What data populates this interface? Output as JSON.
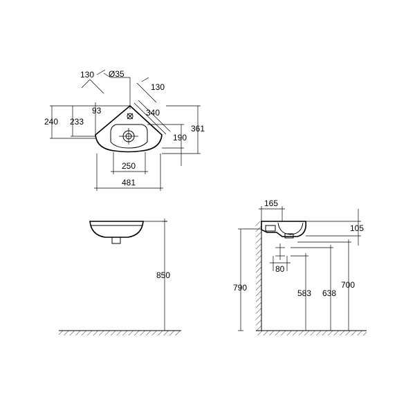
{
  "plan_view": {
    "d130_left": "130",
    "d35": "Ø35",
    "d130_right": "130",
    "d93": "93",
    "d340": "340",
    "d240": "240",
    "d233": "233",
    "d361": "361",
    "d190": "190",
    "d250": "250",
    "d481": "481"
  },
  "front_view": {
    "d850": "850"
  },
  "side_view": {
    "d165": "165",
    "d105": "105",
    "d790": "790",
    "d80": "80",
    "d583": "583",
    "d638": "638",
    "d700": "700"
  }
}
